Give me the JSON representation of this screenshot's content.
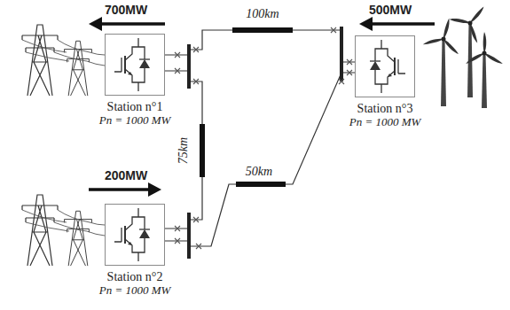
{
  "diagram": {
    "nodes": [
      {
        "text": [
          "Station n°1",
          "Pn = 1000 MW"
        ]
      },
      {
        "text": [
          "Station n°3",
          "Pn = 1000 MW"
        ]
      },
      {
        "text": [
          "Station n°2",
          "Pn = 1000 MW"
        ]
      }
    ],
    "edges": [
      {
        "from": 0,
        "to": 1,
        "arrow": "none",
        "label": "100km"
      },
      {
        "from": 0,
        "to": 2,
        "arrow": "none",
        "label": "75km"
      },
      {
        "from": 2,
        "to": 1,
        "arrow": "none",
        "label": "50km"
      }
    ],
    "labels": [
      "700MW",
      "500MW",
      "200MW"
    ]
  }
}
